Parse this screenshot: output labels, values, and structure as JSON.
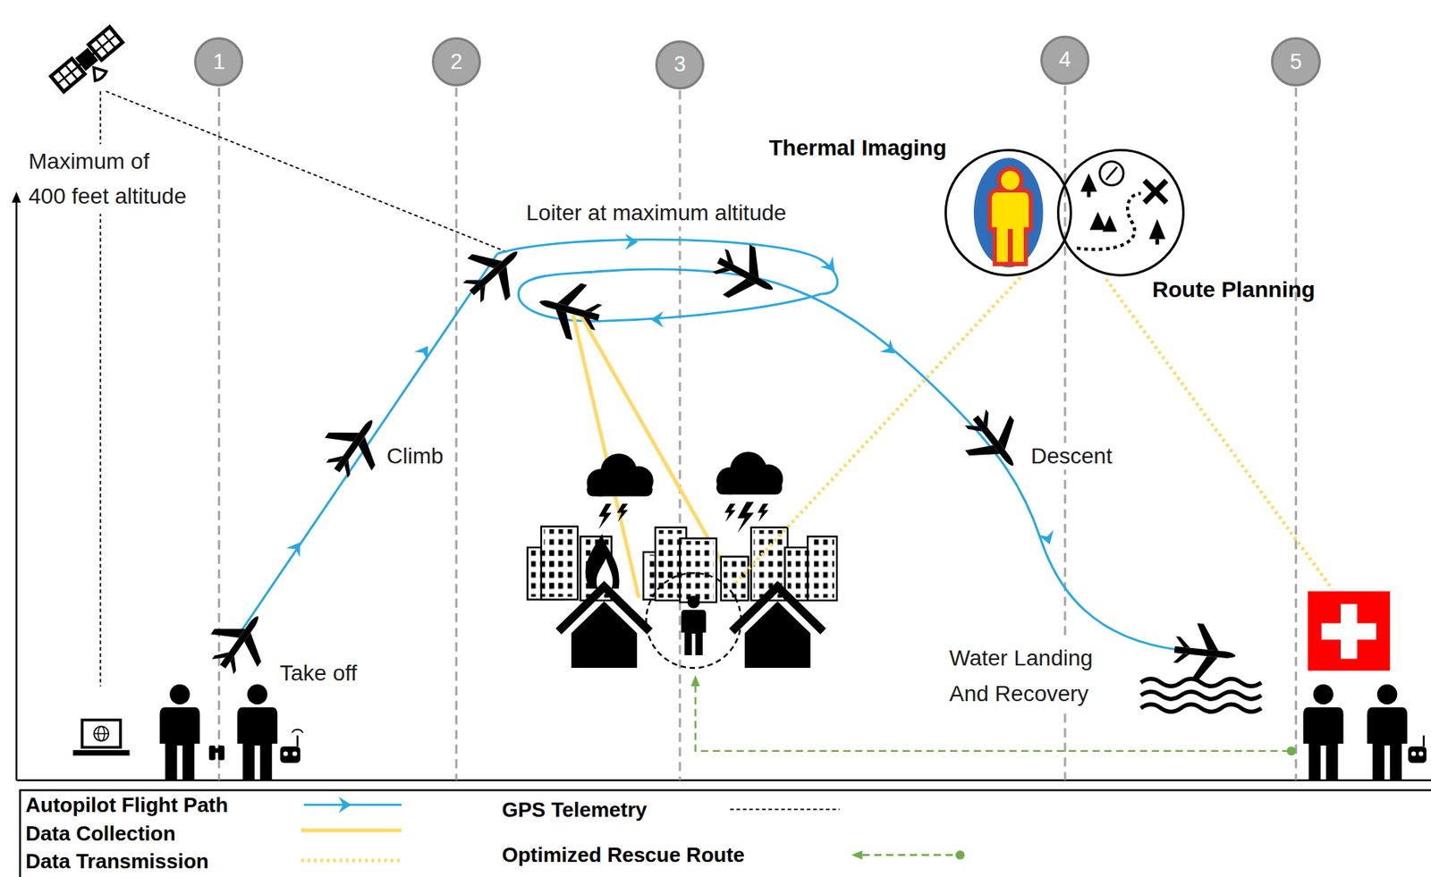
{
  "diagram": {
    "nodes": [
      {
        "text": [
          "1"
        ]
      },
      {
        "text": [
          "2"
        ]
      },
      {
        "text": [
          "3"
        ]
      },
      {
        "text": [
          "4"
        ]
      },
      {
        "text": [
          "5"
        ]
      },
      {
        "text": [
          "Thermal Imaging"
        ]
      },
      {
        "text": [
          "Route Planning"
        ]
      }
    ],
    "labels": [
      "Maximum of 400 feet altitude",
      "Loiter at maximum altitude",
      "Climb",
      "Descent",
      "Take off",
      "Water Landing And Recovery"
    ],
    "legend": [
      {
        "text": "Autopilot Flight Path"
      },
      {
        "text": "Data Collection"
      },
      {
        "text": "Data Transmission"
      },
      {
        "text": "GPS Telemetry"
      },
      {
        "text": "Optimized Rescue Route"
      }
    ]
  }
}
